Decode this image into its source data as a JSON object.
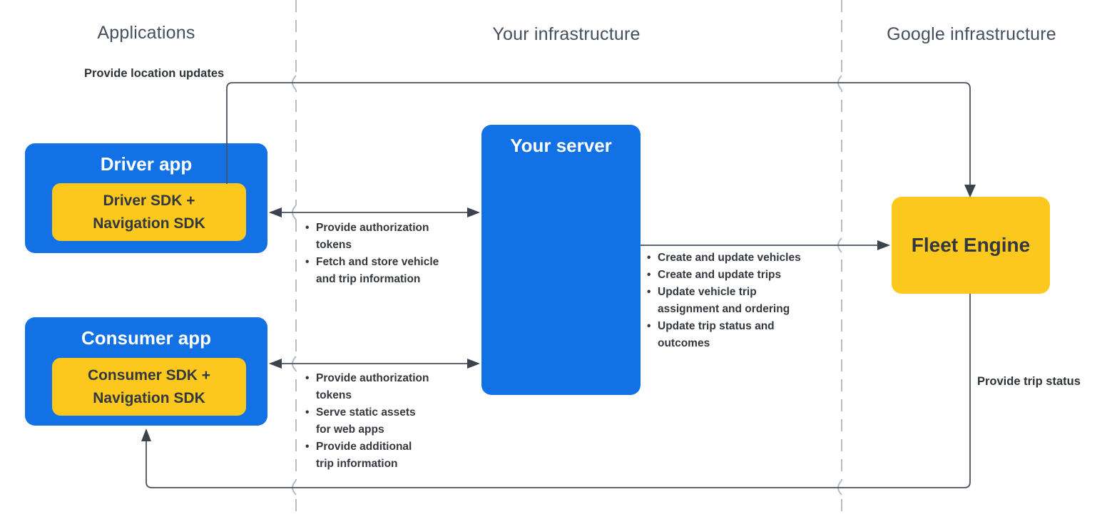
{
  "columns": [
    {
      "label": "Applications"
    },
    {
      "label": "Your infrastructure"
    },
    {
      "label": "Google infrastructure"
    }
  ],
  "nodes": {
    "driver_app": {
      "title": "Driver app",
      "sdk_label": "Driver SDK +\nNavigation SDK"
    },
    "consumer_app": {
      "title": "Consumer app",
      "sdk_label": "Consumer SDK +\nNavigation SDK"
    },
    "your_server": {
      "title": "Your server"
    },
    "fleet_engine": {
      "title": "Fleet Engine"
    }
  },
  "edges": {
    "location_updates": {
      "label": "Provide location updates"
    },
    "trip_status": {
      "label": "Provide trip status"
    },
    "driver_server": {
      "items": [
        "Provide authorization\ntokens",
        "Fetch and store vehicle\nand trip information"
      ]
    },
    "consumer_server": {
      "items": [
        "Provide authorization\ntokens",
        "Serve static assets\nfor web apps",
        "Provide additional\ntrip information"
      ]
    },
    "server_fleet": {
      "items": [
        "Create and update vehicles",
        "Create and update trips",
        "Update vehicle trip\nassignment and ordering",
        "Update trip status and\noutcomes"
      ]
    }
  },
  "colors": {
    "blue": "#1272e5",
    "yellow": "#fcc81e",
    "line": "#4a515e",
    "arrow": "#3b434f",
    "dashed": "#b6bcc4",
    "text_dark": "#33383f",
    "heading": "#454f5e"
  }
}
